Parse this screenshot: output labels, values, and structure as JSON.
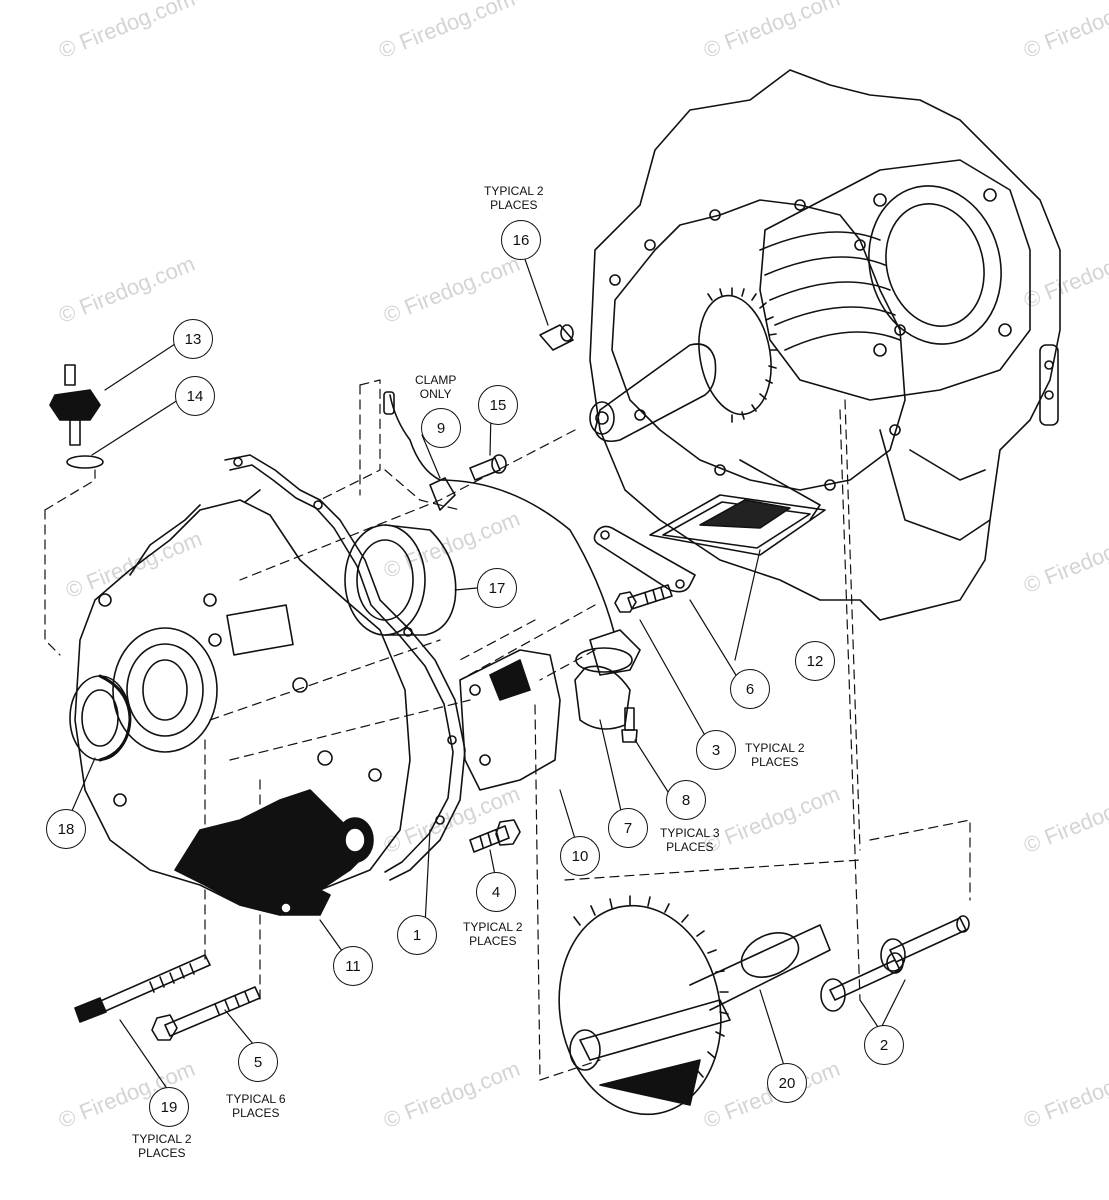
{
  "watermark": "© Firedog.com",
  "callouts": {
    "c1": "1",
    "c2": "2",
    "c3": "3",
    "c4": "4",
    "c5": "5",
    "c6": "6",
    "c7": "7",
    "c8": "8",
    "c9": "9",
    "c10": "10",
    "c11": "11",
    "c12": "12",
    "c13": "13",
    "c14": "14",
    "c15": "15",
    "c16": "16",
    "c17": "17",
    "c18": "18",
    "c19": "19",
    "c20": "20"
  },
  "notes": {
    "n16": [
      "TYPICAL 2",
      "PLACES"
    ],
    "n9": [
      "CLAMP",
      "ONLY"
    ],
    "n3": [
      "TYPICAL 2",
      "PLACES"
    ],
    "n8": [
      "TYPICAL 3",
      "PLACES"
    ],
    "n4": [
      "TYPICAL 2",
      "PLACES"
    ],
    "n5": [
      "TYPICAL 6",
      "PLACES"
    ],
    "n19": [
      "TYPICAL 2",
      "PLACES"
    ]
  }
}
